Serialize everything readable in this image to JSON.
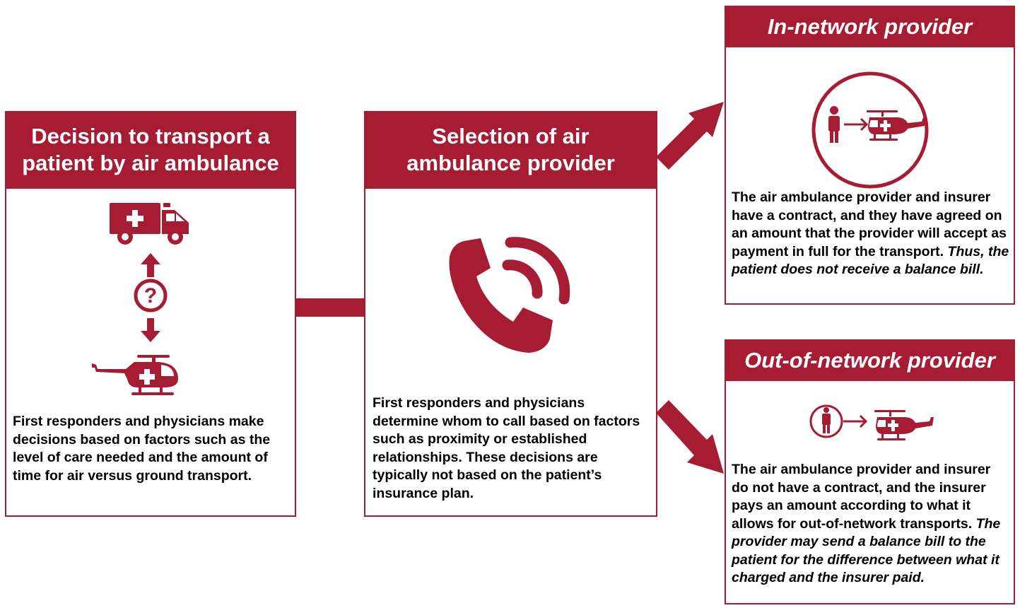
{
  "colors": {
    "accent": "#a61c33",
    "background": "#ffffff",
    "text": "#000000"
  },
  "decision": {
    "title_line1": "Decision to transport a",
    "title_line2": "patient by air ambulance",
    "body": "First responders and physicians make decisions based on factors such as the level of care needed and the amount of time for air versus ground transport.",
    "icons": [
      "ambulance-icon",
      "double-arrow-icon",
      "question-icon",
      "helicopter-icon"
    ]
  },
  "selection": {
    "title_line1": "Selection of air",
    "title_line2": "ambulance provider",
    "body": "First responders and physicians determine whom to call based on factors such as proximity or established relationships. These decisions are typically not based on the patient’s insurance plan.",
    "icons": [
      "phone-icon"
    ]
  },
  "in_network": {
    "title": "In-network provider",
    "body_plain": "The air ambulance provider and insurer have a contract, and they have agreed on an amount that the provider will accept as payment in full for the transport.",
    "body_italic": "Thus, the patient does not receive a balance bill.",
    "icons": [
      "person-icon",
      "arrow-icon",
      "helicopter-icon"
    ]
  },
  "out_network": {
    "title": "Out-of-network provider",
    "body_plain": "The air ambulance provider and insurer do not have a contract, and the insurer pays an amount according to what it allows for out-of-network transports.",
    "body_italic": "The provider may send a balance bill to the patient for the difference between what it charged and the insurer paid.",
    "icons": [
      "person-icon",
      "arrow-icon",
      "helicopter-icon"
    ]
  }
}
